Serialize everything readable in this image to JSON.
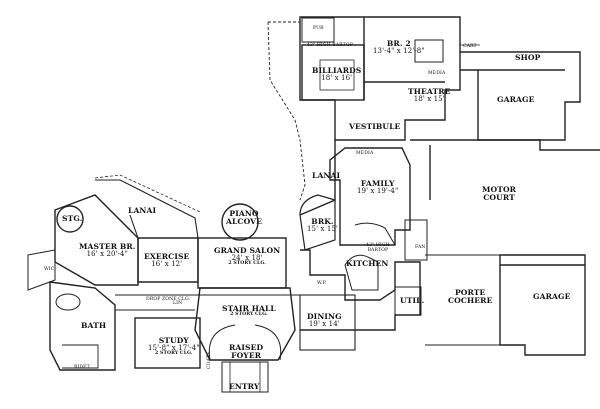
{
  "rooms": {
    "pub": "PUB",
    "bar_top": "42\" HIGH BARTOP",
    "billiards": {
      "name": "BILLIARDS",
      "dims": "18' x 16'"
    },
    "br2": {
      "name": "BR. 2",
      "dims": "13'-4\" x 12'-8\""
    },
    "cart": "CART",
    "shop": "SHOP",
    "garage_top": "GARAGE",
    "media_top": "MEDIA",
    "theatre": {
      "name": "THEATRE",
      "dims": "18' x 15'"
    },
    "vestibule": "VESTIBULE",
    "media_mid": "MEDIA",
    "family": {
      "name": "FAMILY",
      "dims": "19' x 19'-4\""
    },
    "lanai_right": "LANAI",
    "motor_court": {
      "line1": "MOTOR",
      "line2": "COURT"
    },
    "piano": {
      "line1": "PIANO",
      "line2": "ALCOVE"
    },
    "brk": {
      "name": "BRK.",
      "dims": "15' x 15'"
    },
    "bartop_kitchen": {
      "line1": "42\" HIGH",
      "line2": "BARTOP"
    },
    "fan": "FAN",
    "stg": "STG.",
    "master": {
      "name": "MASTER BR.",
      "dims": "16' x 20'-4\""
    },
    "lanai_left": "LANAI",
    "exercise": {
      "name": "EXERCISE",
      "dims": "16' x 12'"
    },
    "grand_salon": {
      "name": "GRAND SALON",
      "dims": "24' x 18'",
      "note": "2 STORY CLG."
    },
    "kitchen": "KITCHEN",
    "wic": "WIC",
    "linen": "LIN",
    "drop_zone": "DROP ZONE CLG.",
    "stair_hall": {
      "name": "STAIR HALL",
      "note": "2 STORY CLG."
    },
    "wp": "W.P.",
    "util": "UTIL.",
    "porte_cochere": {
      "line1": "PORTE",
      "line2": "COCHERE"
    },
    "garage_bottom": "GARAGE",
    "bath": "BATH",
    "dining": {
      "name": "DINING",
      "dims": "19' x 14'"
    },
    "study": {
      "name": "STUDY",
      "dims": "15'-8\" x 17'-4\"",
      "note": "2 STORY CLG."
    },
    "raised_foyer": {
      "line1": "RAISED",
      "line2": "FOYER"
    },
    "coats": "COATS",
    "bidet": "BIDET",
    "entry": "ENTRY"
  }
}
